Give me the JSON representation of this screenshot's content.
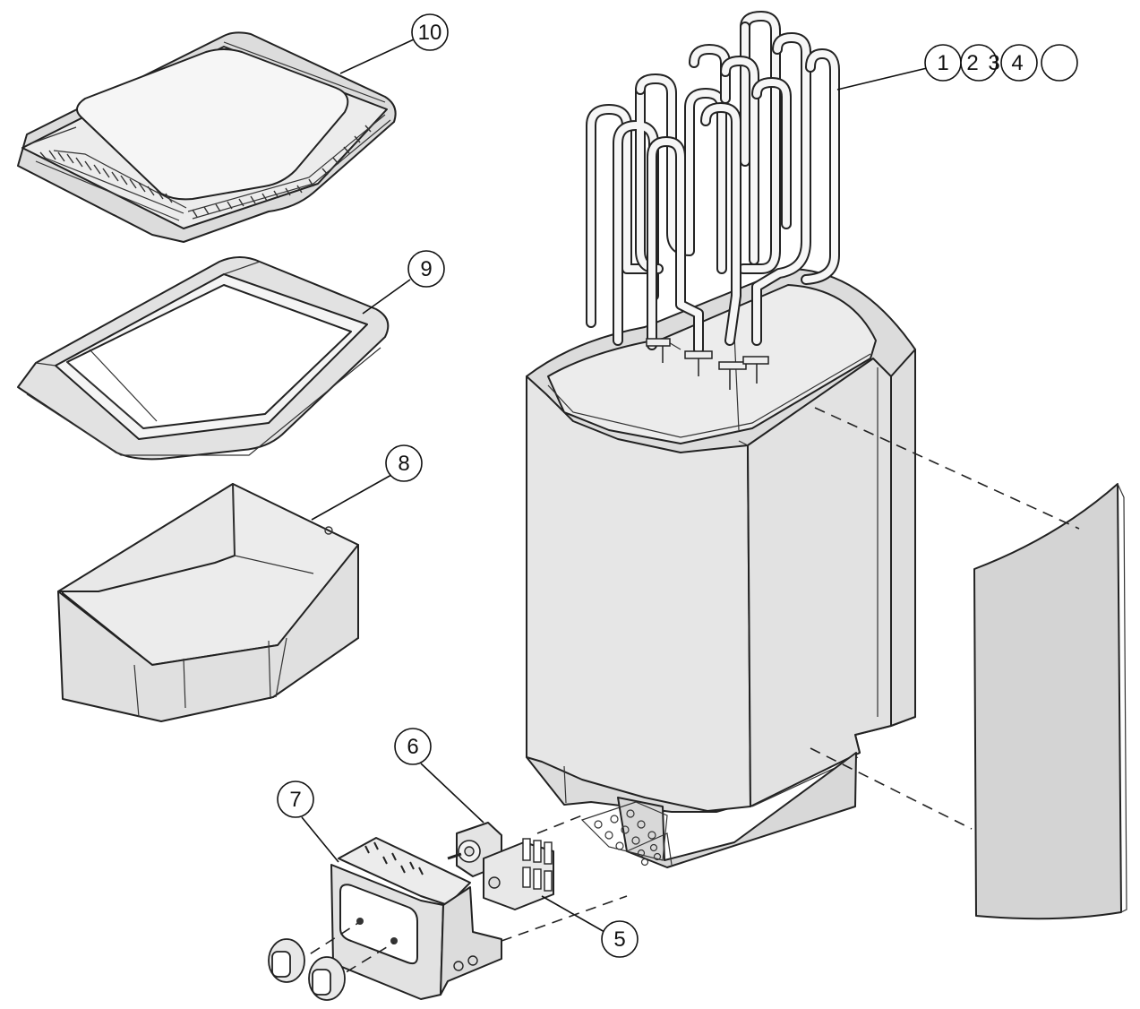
{
  "callouts": [
    {
      "id": "1",
      "label": "1"
    },
    {
      "id": "2",
      "label": "2"
    },
    {
      "id": "3",
      "label": "3"
    },
    {
      "id": "4",
      "label": "4"
    },
    {
      "id": "blank",
      "label": ""
    },
    {
      "id": "5",
      "label": "5"
    },
    {
      "id": "6",
      "label": "6"
    },
    {
      "id": "7",
      "label": "7"
    },
    {
      "id": "8",
      "label": "8"
    },
    {
      "id": "9",
      "label": "9"
    },
    {
      "id": "10",
      "label": "10"
    }
  ],
  "colors": {
    "line": "#222222",
    "panel_fill": "#e6e6e6",
    "panel_dark": "#d2d2d2",
    "background": "#ffffff"
  }
}
